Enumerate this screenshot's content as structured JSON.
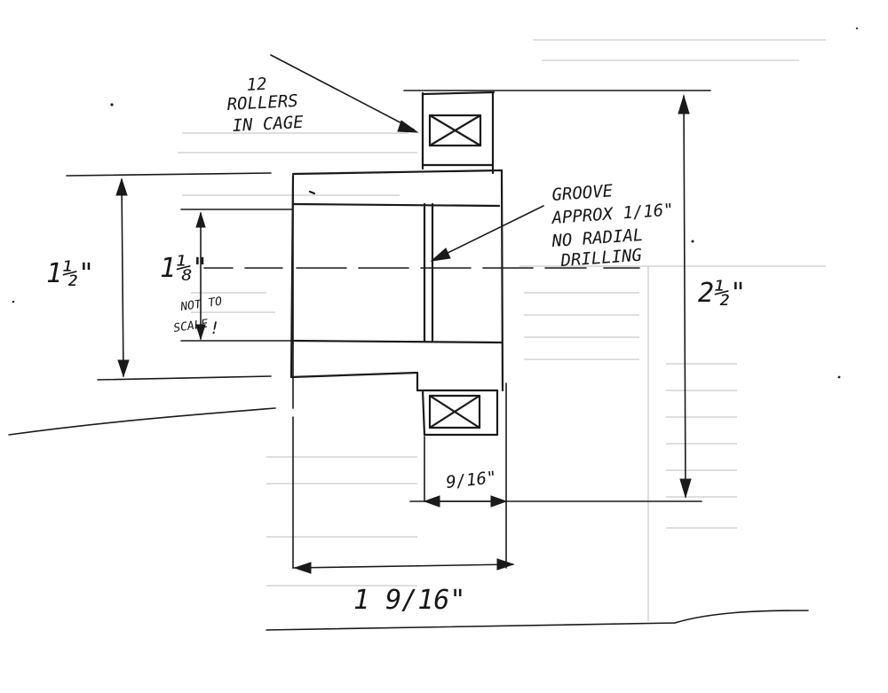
{
  "drawing": {
    "rollers_note": [
      "12",
      "ROLLERS",
      "IN CAGE"
    ],
    "groove_note": [
      "GROOVE",
      "APPROX 1/16\"",
      "NO RADIAL",
      "DRILLING"
    ],
    "dim_left_outer": "1½\"",
    "dim_left_inner": "1⅛\"",
    "not_to_scale": [
      "NOT TO",
      "SCALE",
      "!"
    ],
    "dim_right_outer": "2½\"",
    "dim_cage_width": "9/16\"",
    "dim_overall_length": "1 9/16\""
  },
  "colors": {
    "ink": "#1a1a1a",
    "paper": "#ffffff",
    "bleed": "#d2d2d2"
  }
}
